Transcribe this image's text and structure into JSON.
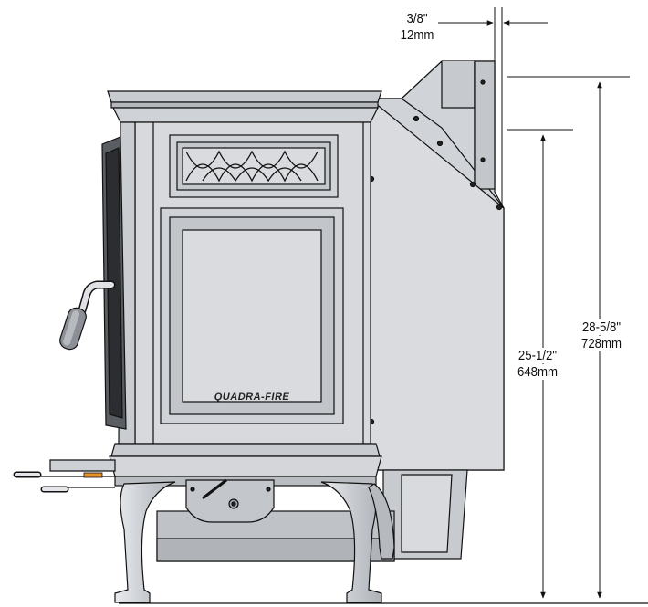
{
  "dimensions": {
    "clearance": {
      "imperial": "3/8\"",
      "metric": "12mm"
    },
    "height_to_flue": {
      "imperial": "25-1/2\"",
      "metric": "648mm"
    },
    "overall_height": {
      "imperial": "28-5/8\"",
      "metric": "728mm"
    }
  },
  "logo_text": "QUADRA-FIRE",
  "colors": {
    "body": "#d5d7db",
    "body_dark": "#b9bcc1",
    "body_light": "#e4e6e9",
    "outline": "#111111",
    "accent": "#e8922a"
  }
}
